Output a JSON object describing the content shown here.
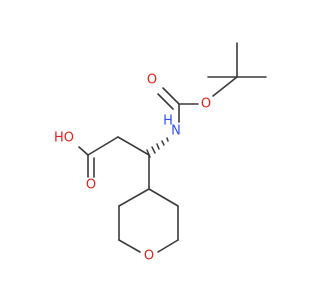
{
  "atoms": {
    "o_carbonyl_boc": {
      "label": "O",
      "color": "#e8201a"
    },
    "o_ester_boc": {
      "label": "O",
      "color": "#e8201a"
    },
    "nitrogen": {
      "label": "N",
      "color": "#3050f8"
    },
    "hydrogen_on_n": {
      "label": "H",
      "color": "#3050f8"
    },
    "oh_group": {
      "label": "HO",
      "color": "#e8201a"
    },
    "o_acid": {
      "label": "O",
      "color": "#e8201a"
    },
    "o_ring": {
      "label": "O",
      "color": "#e8201a"
    }
  },
  "colors": {
    "bond": "#3a3a3a",
    "background": "#ffffff"
  }
}
